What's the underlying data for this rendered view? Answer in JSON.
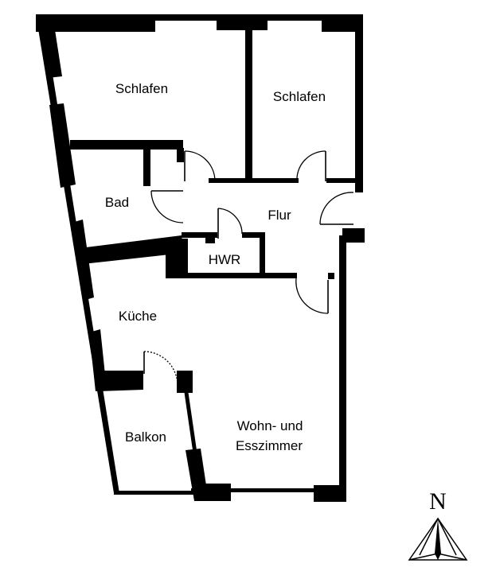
{
  "plan": {
    "rooms": [
      {
        "id": "schlafen-1",
        "lines": [
          "Schlafen"
        ]
      },
      {
        "id": "schlafen-2",
        "lines": [
          "Schlafen"
        ]
      },
      {
        "id": "bad",
        "lines": [
          "Bad"
        ]
      },
      {
        "id": "flur",
        "lines": [
          "Flur"
        ]
      },
      {
        "id": "hwr",
        "lines": [
          "HWR"
        ]
      },
      {
        "id": "kueche",
        "lines": [
          "Küche"
        ]
      },
      {
        "id": "balkon",
        "lines": [
          "Balkon"
        ]
      },
      {
        "id": "wohnen",
        "lines": [
          "Wohn- und",
          "Esszimmer"
        ]
      }
    ],
    "north_label": "N"
  },
  "colors": {
    "walls": "#000000",
    "background": "#ffffff"
  }
}
